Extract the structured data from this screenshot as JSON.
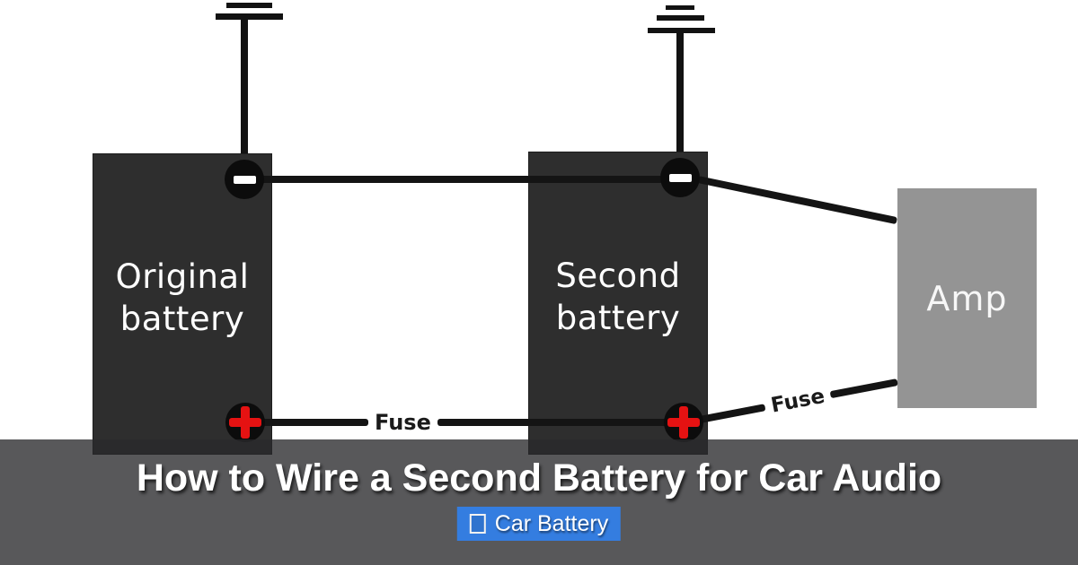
{
  "diagram": {
    "original_battery": {
      "label": "Original battery"
    },
    "second_battery": {
      "label": "Second battery"
    },
    "amp": {
      "label": "Amp"
    },
    "fuse_main": {
      "label": "Fuse"
    },
    "fuse_amp": {
      "label": "Fuse"
    },
    "colors": {
      "battery_box": "#2e2e2e",
      "amp_box": "#949494",
      "wire": "#141414",
      "terminal_circle": "#0c0c0c",
      "negative_symbol": "#ffffff",
      "positive_symbol": "#e51212"
    }
  },
  "footer": {
    "title": "How to Wire a Second Battery for Car Audio",
    "overlay_color": "rgba(41,41,43,0.78)",
    "badge": {
      "label": "Car Battery",
      "icon": "missing-glyph-box",
      "color": "#347de0"
    }
  }
}
